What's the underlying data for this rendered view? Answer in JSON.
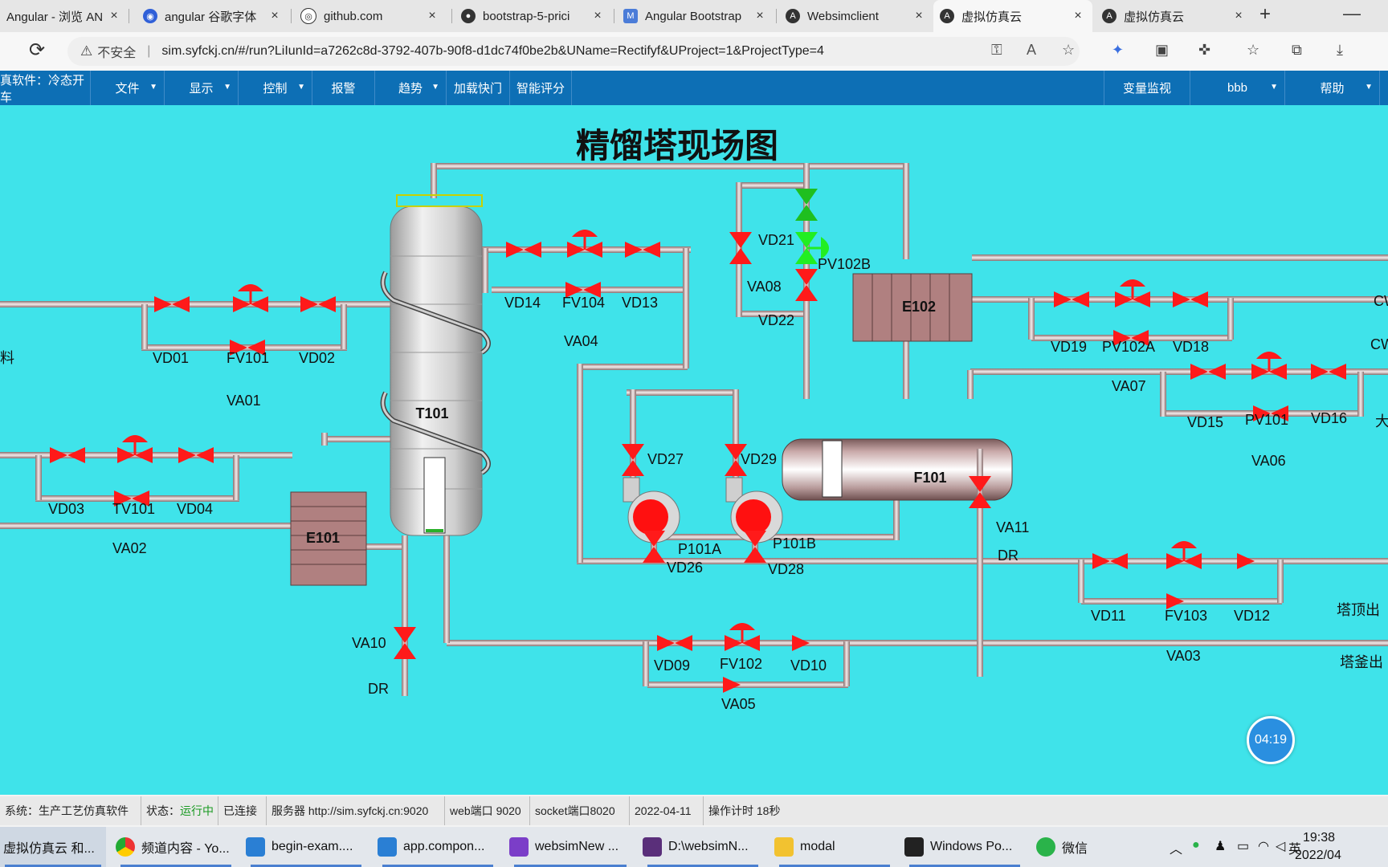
{
  "browser": {
    "tabs": [
      {
        "title": "Angular - 浏览 AN",
        "icon": "angular-icon"
      },
      {
        "title": "angular 谷歌字体",
        "icon": "baidu-icon"
      },
      {
        "title": "github.com",
        "icon": "github-icon"
      },
      {
        "title": "bootstrap-5-prici",
        "icon": "github-icon"
      },
      {
        "title": "Angular Bootstrap",
        "icon": "mdb-icon"
      },
      {
        "title": "Websimclient",
        "icon": "angular-icon"
      },
      {
        "title": "虚拟仿真云",
        "icon": "angular-icon",
        "active": true
      },
      {
        "title": "虚拟仿真云",
        "icon": "angular-icon"
      }
    ],
    "close_glyph": "×",
    "new_tab": "+",
    "minimize": "—",
    "address": {
      "insecure": "不安全",
      "url": "sim.syfckj.cn/#/run?LiIunId=a7262c8d-3792-407b-90f8-d1dc74f0be2b&UName=Rectifyf&UProject=1&ProjectType=4"
    }
  },
  "menu": {
    "items": [
      {
        "label": "真软件：冷态开车",
        "caret": false
      },
      {
        "label": "文件",
        "caret": true
      },
      {
        "label": "显示",
        "caret": true
      },
      {
        "label": "控制",
        "caret": true
      },
      {
        "label": "报警",
        "caret": false
      },
      {
        "label": "趋势",
        "caret": true
      },
      {
        "label": "加载快门",
        "caret": false
      },
      {
        "label": "智能评分",
        "caret": false
      }
    ],
    "right_items": [
      {
        "label": "变量监视",
        "caret": false
      },
      {
        "label": "bbb",
        "caret": true
      },
      {
        "label": "帮助",
        "caret": true
      }
    ]
  },
  "diagram": {
    "title": "精馏塔现场图",
    "equipment": {
      "T101": "T101",
      "E101": "E101",
      "E102": "E102",
      "F101": "F101",
      "P101A": "P101A",
      "P101B": "P101B"
    },
    "valves": {
      "VD01": "VD01",
      "FV101": "FV101",
      "VD02": "VD02",
      "VA01": "VA01",
      "VD03": "VD03",
      "TV101": "TV101",
      "VD04": "VD04",
      "VA02": "VA02",
      "VD14": "VD14",
      "FV104": "FV104",
      "VD13": "VD13",
      "VA04": "VA04",
      "VD21": "VD21",
      "PV102B": "PV102B",
      "VA08": "VA08",
      "VD22": "VD22",
      "VD19": "VD19",
      "PV102A": "PV102A",
      "VD18": "VD18",
      "VA07": "VA07",
      "VD15": "VD15",
      "PV101": "PV101",
      "VD16": "VD16",
      "VA06": "VA06",
      "VD27": "VD27",
      "VD29": "VD29",
      "VD26": "VD26",
      "VD28": "VD28",
      "VA11": "VA11",
      "VD11": "VD11",
      "FV103": "FV103",
      "VD12": "VD12",
      "VA03": "VA03",
      "VA10": "VA10",
      "VD09": "VD09",
      "FV102": "FV102",
      "VD10": "VD10",
      "VA05": "VA05"
    },
    "streams": {
      "left_feed": "料",
      "dr_left": "DR",
      "dr_mid": "DR",
      "cw1": "CW",
      "cw2": "CW",
      "right_mid": "大",
      "top_out": "塔顶出",
      "bottom_out": "塔釜出"
    },
    "colors": {
      "background": "#3fe3ea",
      "valve_closed": "#ff1a1a",
      "valve_open": "#22dd22",
      "pipe": "#c9b3b3"
    }
  },
  "timer": "04:19",
  "status": {
    "system": "系统：生产工艺仿真软件",
    "state_label": "状态：",
    "state_value": "运行中",
    "connected": "已连接",
    "server": "服务器 http://sim.syfckj.cn:9020",
    "web_port": "web端口 9020",
    "socket_port": "socket端口8020",
    "date": "2022-04-11",
    "op_timer": "操作计时 18秒"
  },
  "taskbar": {
    "items": [
      {
        "label": "虚拟仿真云 和...",
        "icon": "edge-icon",
        "active": true
      },
      {
        "label": "频道内容 - Yo...",
        "icon": "chrome-icon"
      },
      {
        "label": "begin-exam....",
        "icon": "vscode-icon"
      },
      {
        "label": "app.compon...",
        "icon": "vscode-icon"
      },
      {
        "label": "websimNew ...",
        "icon": "visual-studio-icon"
      },
      {
        "label": "D:\\websimN...",
        "icon": "terminal-icon"
      },
      {
        "label": "modal",
        "icon": "folder-icon"
      },
      {
        "label": "Windows Po...",
        "icon": "powershell-icon"
      },
      {
        "label": "微信",
        "icon": "wechat-icon"
      }
    ],
    "tray": {
      "ime": "英",
      "time": "19:38",
      "date": "2022/04"
    }
  }
}
